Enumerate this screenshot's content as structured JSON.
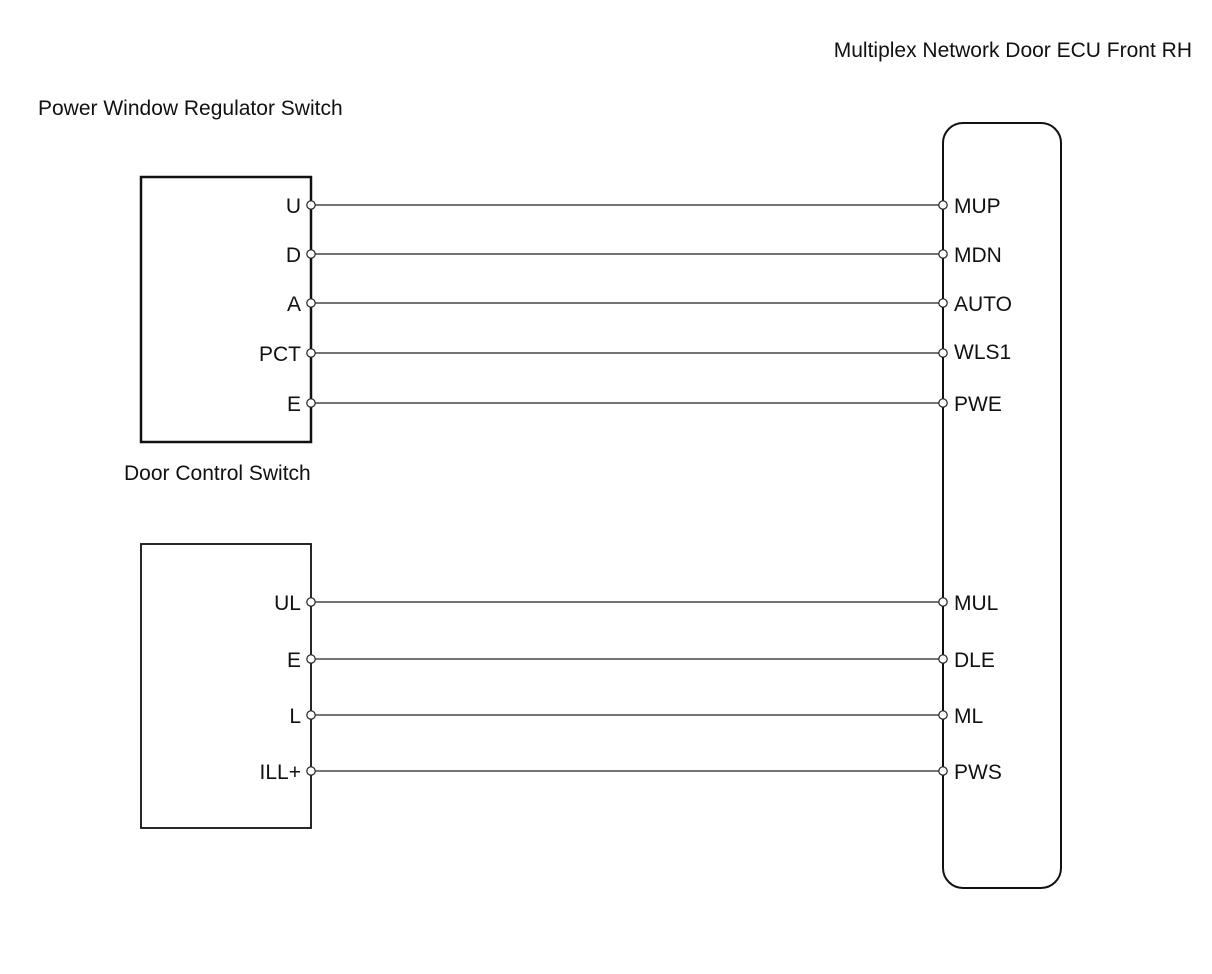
{
  "ecu": {
    "title": "Multiplex Network Door ECU Front RH"
  },
  "regulator_switch": {
    "title": "Power Window Regulator Switch"
  },
  "door_control_switch": {
    "title": "Door Control Switch"
  },
  "connections": [
    {
      "from": "U",
      "to": "MUP"
    },
    {
      "from": "D",
      "to": "MDN"
    },
    {
      "from": "A",
      "to": "AUTO"
    },
    {
      "from": "PCT",
      "to": "WLS1"
    },
    {
      "from": "E",
      "to": "PWE"
    },
    {
      "from": "UL",
      "to": "MUL"
    },
    {
      "from": "E",
      "to": "DLE"
    },
    {
      "from": "L",
      "to": "ML"
    },
    {
      "from": "ILL+",
      "to": "PWS"
    }
  ]
}
